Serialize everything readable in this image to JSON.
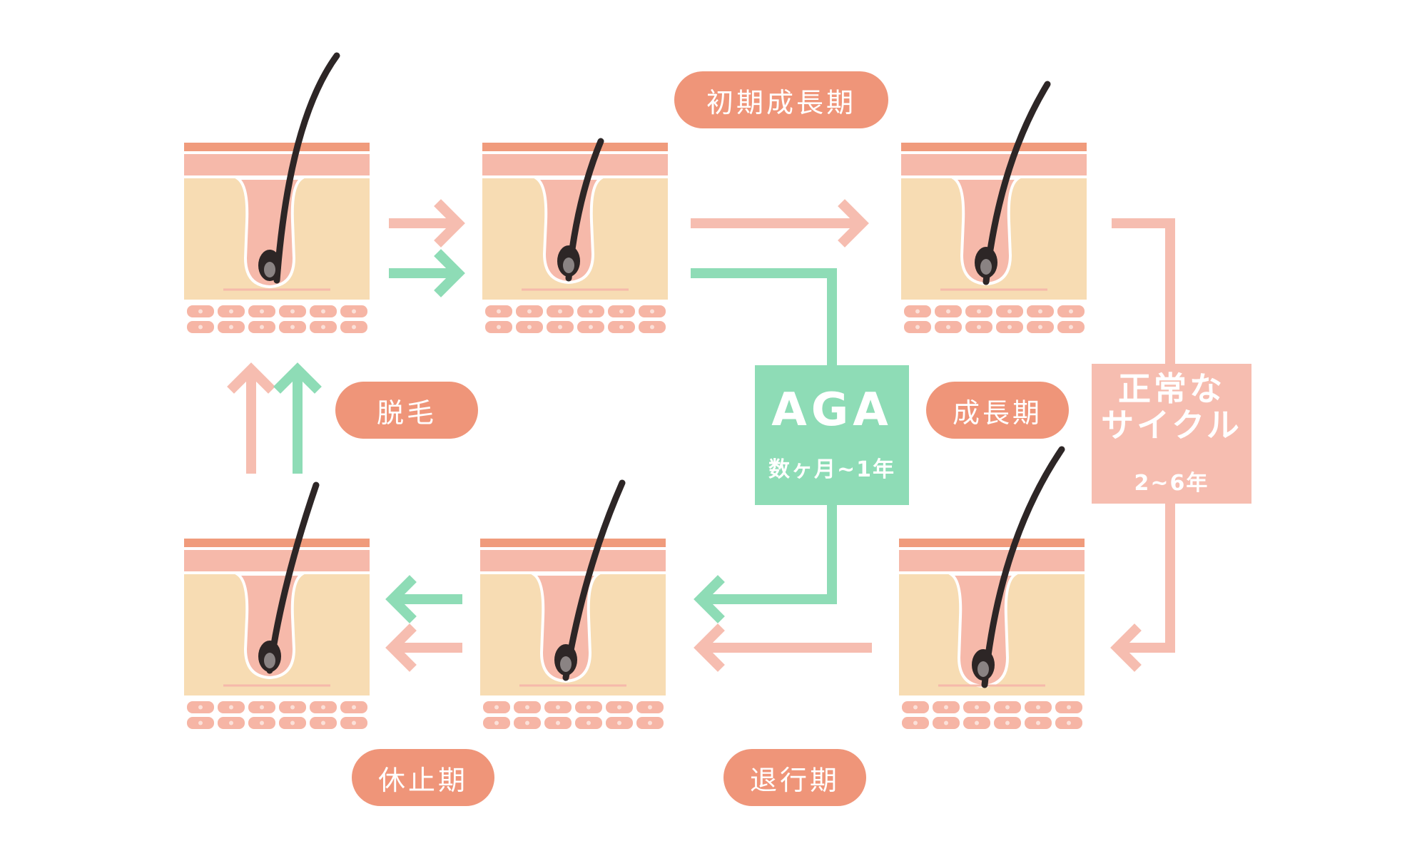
{
  "colors": {
    "skin_top": "#f09b7c",
    "skin_pink": "#f6b9aa",
    "tissue": "#f7dcb3",
    "cells": "#f6b5a5",
    "hair": "#2d2626",
    "bulb_core": "#8a8383",
    "pink_arrow": "#f6bdb0",
    "green_arrow": "#8edcb6",
    "pill": "#ef9579",
    "aga_box": "#8edcb6",
    "normal_box": "#f6bdb0",
    "label_text": "#ffffff"
  },
  "phases": {
    "anagen_early": "初期成長期",
    "anagen": "成長期",
    "catagen": "退行期",
    "telogen": "休止期",
    "shedding": "脱毛"
  },
  "aga": {
    "title": "AGA",
    "duration": "数ヶ月~1年"
  },
  "normal_cycle": {
    "title": "正常な\nサイクル",
    "duration": "2~6年"
  },
  "diagram": {
    "stages": [
      "hair-shedding-stage",
      "early-growth-stage",
      "growth-stage",
      "late-growth-stage",
      "catagen-stage",
      "telogen-stage"
    ],
    "arrows": [
      "shedding-to-early-growth-pink",
      "shedding-to-early-growth-green",
      "early-growth-to-growth-pink",
      "early-growth-to-catagen-green-aga",
      "growth-to-late-growth-pink-normal",
      "late-growth-to-catagen-pink",
      "catagen-to-telogen-green",
      "catagen-to-telogen-pink",
      "telogen-to-shedding-pink",
      "telogen-to-shedding-green"
    ]
  }
}
